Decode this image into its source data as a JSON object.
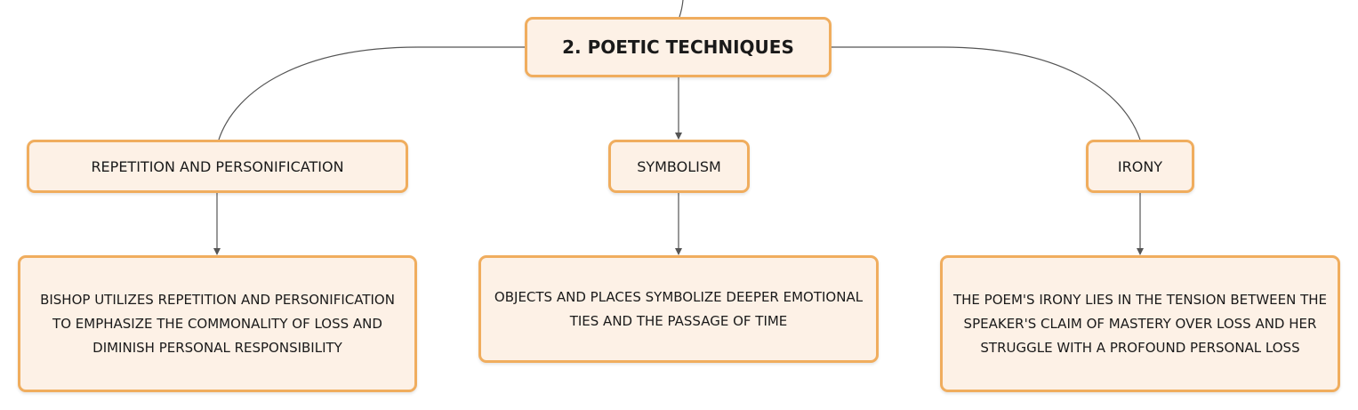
{
  "diagram": {
    "root": {
      "title": "2. POETIC TECHNIQUES"
    },
    "branches": [
      {
        "label": "REPETITION AND PERSONIFICATION",
        "description": "BISHOP UTILIZES REPETITION AND PERSONIFICATION TO EMPHASIZE THE COMMONALITY OF LOSS AND DIMINISH PERSONAL RESPONSIBILITY"
      },
      {
        "label": "SYMBOLISM",
        "description": "OBJECTS AND PLACES SYMBOLIZE DEEPER EMOTIONAL TIES AND THE PASSAGE OF TIME"
      },
      {
        "label": "IRONY",
        "description": "THE POEM'S IRONY LIES IN THE TENSION BETWEEN THE SPEAKER'S CLAIM OF MASTERY OVER LOSS AND HER STRUGGLE WITH A PROFOUND PERSONAL LOSS"
      }
    ],
    "colors": {
      "node_fill": "#fdf1e6",
      "node_border": "#f0ad5e",
      "connector": "#555555"
    }
  }
}
